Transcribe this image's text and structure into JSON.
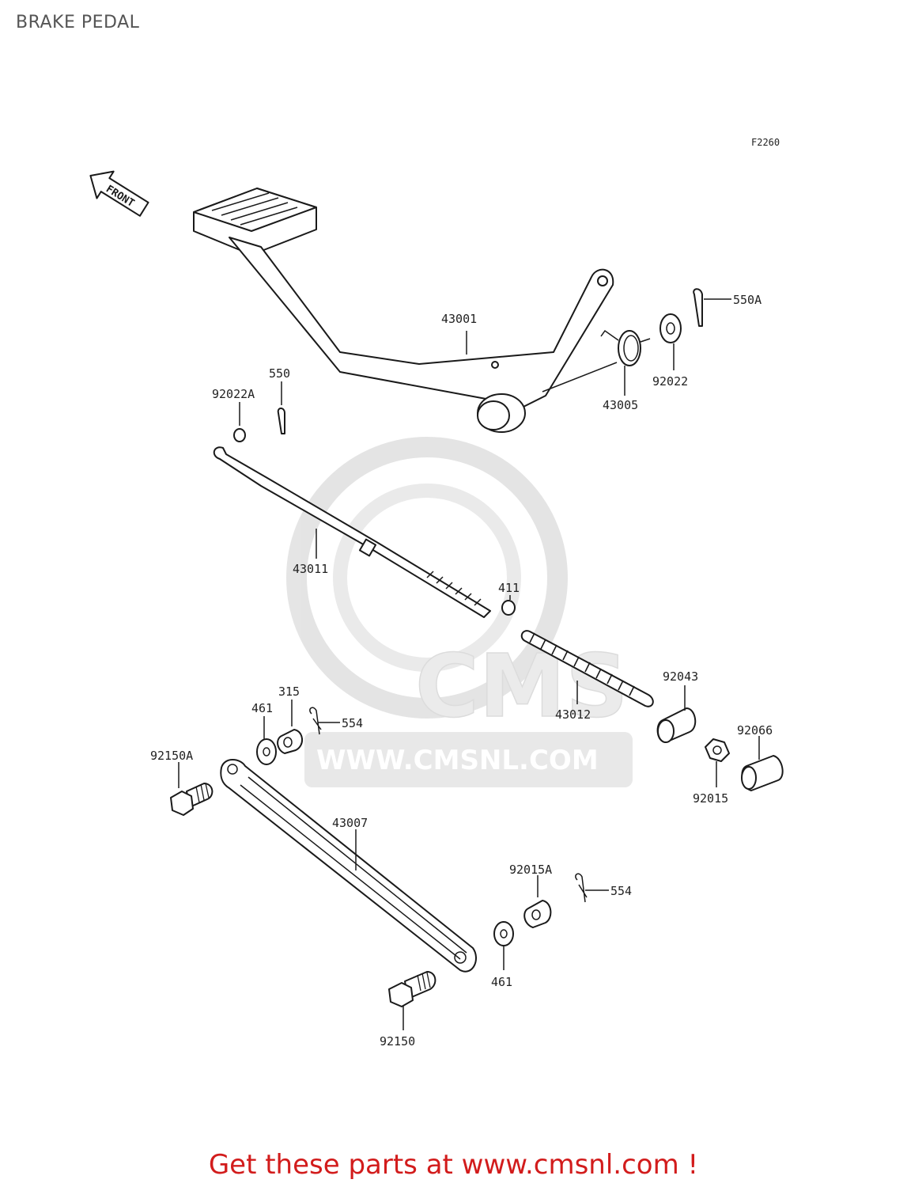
{
  "title": "BRAKE PEDAL",
  "diagram_ref": "F2260",
  "front_label": "FRONT",
  "watermark": {
    "logo_text": "CMS",
    "url": "WWW.CMSNL.COM"
  },
  "parts": {
    "p43001": "43001",
    "p550A": "550A",
    "p43005": "43005",
    "p92022": "92022",
    "p550": "550",
    "p92022A": "92022A",
    "p43011": "43011",
    "p411": "411",
    "p43012": "43012",
    "p92043": "92043",
    "p315": "315",
    "p461a": "461",
    "p554a": "554",
    "p92066": "92066",
    "p92150A": "92150A",
    "p92015": "92015",
    "p43007": "43007",
    "p92015A": "92015A",
    "p554b": "554",
    "p461b": "461",
    "p92150": "92150"
  },
  "footer": "Get these parts at www.cmsnl.com !"
}
